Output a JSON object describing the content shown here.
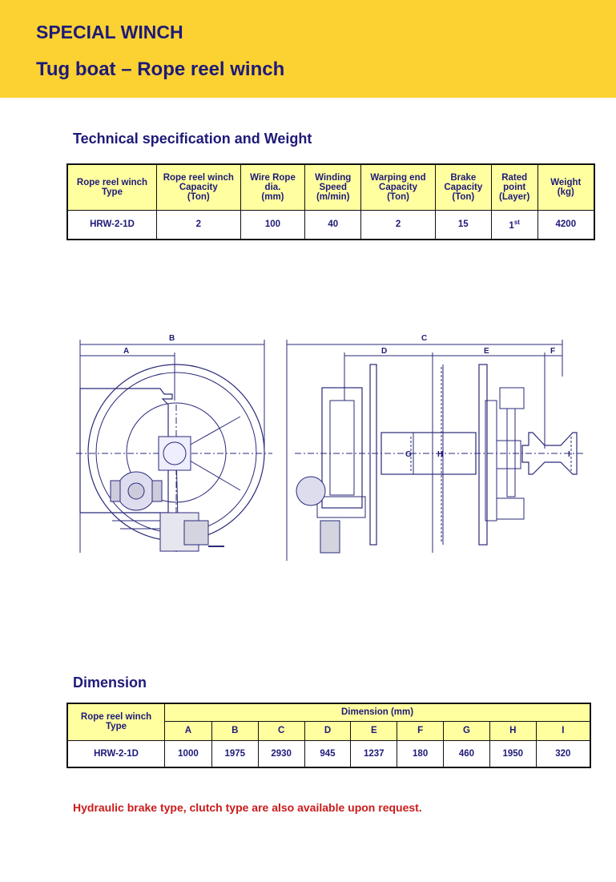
{
  "header": {
    "title": "SPECIAL WINCH",
    "subtitle": "Tug boat – Rope reel winch"
  },
  "spec": {
    "title": "Technical specification and Weight",
    "headers": [
      [
        "Rope reel winch",
        "Type"
      ],
      [
        "Rope reel winch",
        "Capacity",
        "(Ton)"
      ],
      [
        "Wire Rope",
        "dia.",
        "(mm)"
      ],
      [
        "Winding",
        "Speed",
        "(m/min)"
      ],
      [
        "Warping end",
        "Capacity",
        "(Ton)"
      ],
      [
        "Brake",
        "Capacity",
        "(Ton)"
      ],
      [
        "Rated",
        "point",
        "(Layer)"
      ],
      [
        "Weight",
        "(kg)"
      ]
    ],
    "row": {
      "type": "HRW-2-1D",
      "capacity": "2",
      "rope_dia": "100",
      "speed": "40",
      "warping": "2",
      "brake": "15",
      "rated_num": "1",
      "rated_sup": "st",
      "weight": "4200"
    }
  },
  "drawing": {
    "labels": {
      "A": "A",
      "B": "B",
      "C": "C",
      "D": "D",
      "E": "E",
      "F": "F",
      "G": "G",
      "H": "H",
      "I": "I"
    }
  },
  "dimension": {
    "title": "Dimension",
    "type_header": [
      "Rope reel winch",
      "Type"
    ],
    "group_header": "Dimension (mm)",
    "cols": [
      "A",
      "B",
      "C",
      "D",
      "E",
      "F",
      "G",
      "H",
      "I"
    ],
    "type": "HRW-2-1D",
    "values": [
      "1000",
      "1975",
      "2930",
      "945",
      "1237",
      "180",
      "460",
      "1950",
      "320"
    ]
  },
  "note": "Hydraulic brake type, clutch type are also available upon request.",
  "colors": {
    "banner": "#fcd232",
    "header_cell": "#ffffa0",
    "title": "#1e1a78",
    "note": "#cc1a1a"
  }
}
